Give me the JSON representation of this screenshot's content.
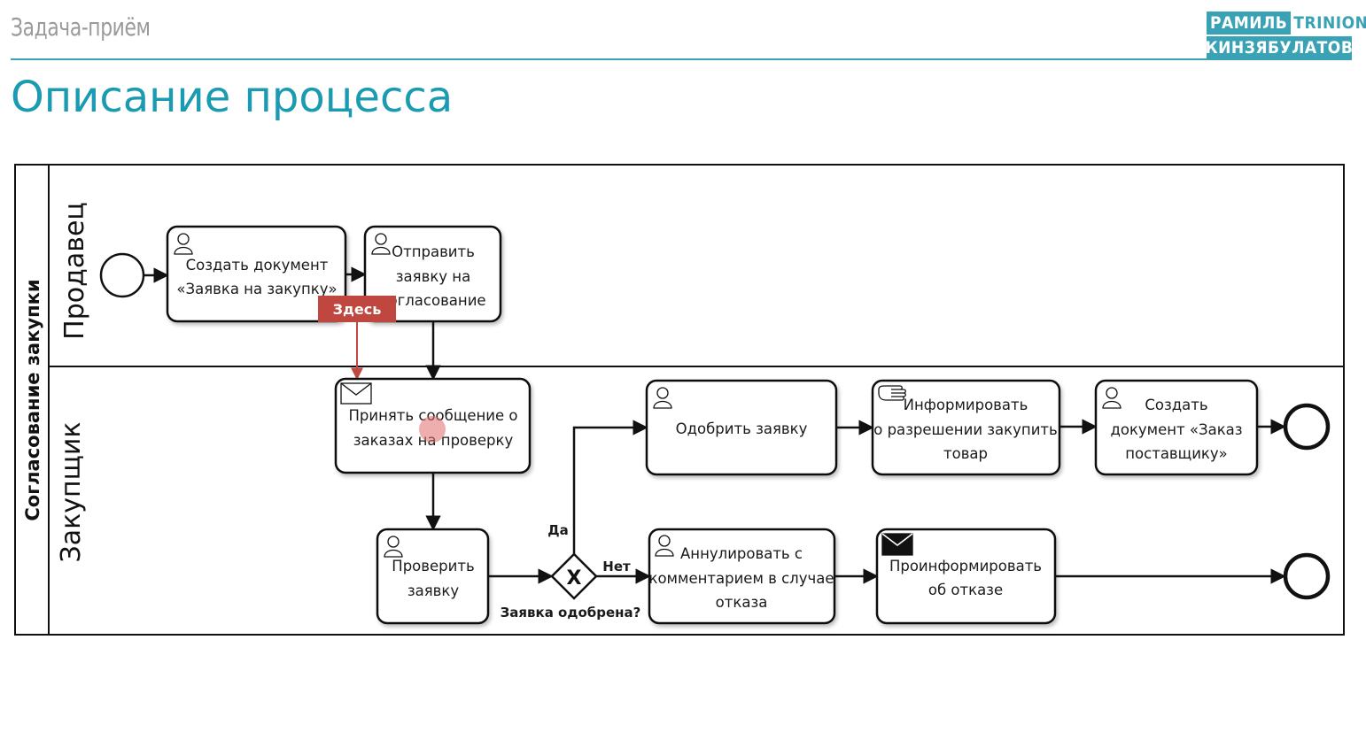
{
  "header": {
    "subtitle": "Задача-приём",
    "logo_top_a": "РАМИЛЬ",
    "logo_top_b": "TRINION",
    "logo_bottom": "КИНЗЯБУЛАТОВ",
    "accent_color": "#1a9bb2"
  },
  "title": "Описание процесса",
  "diagram": {
    "pool_label": "Согласование закупки",
    "lanes": [
      "Продавец",
      "Закупщик"
    ],
    "tasks": {
      "create_doc": [
        "Создать документ",
        "«Заявка на закупку»"
      ],
      "send": [
        "Отправить",
        "заявку на",
        "согласование"
      ],
      "receive": [
        "Принять сообщение о",
        "заказах на проверку"
      ],
      "check": [
        "Проверить",
        "заявку"
      ],
      "approve": [
        "Одобрить заявку"
      ],
      "inform": [
        "Информировать",
        "о разрешении закупить",
        "товар"
      ],
      "create_order": [
        "Создать",
        "документ «Заказ",
        "поставщику»"
      ],
      "cancel": [
        "Аннулировать с",
        "комментарием в случае",
        "отказа"
      ],
      "notify_reject": [
        "Проинформировать",
        "об отказе"
      ]
    },
    "gateway": {
      "question": "Заявка одобрена?",
      "yes": "Да",
      "no": "Нет"
    },
    "marker": {
      "label": "Здесь",
      "color": "#c0473f"
    }
  }
}
